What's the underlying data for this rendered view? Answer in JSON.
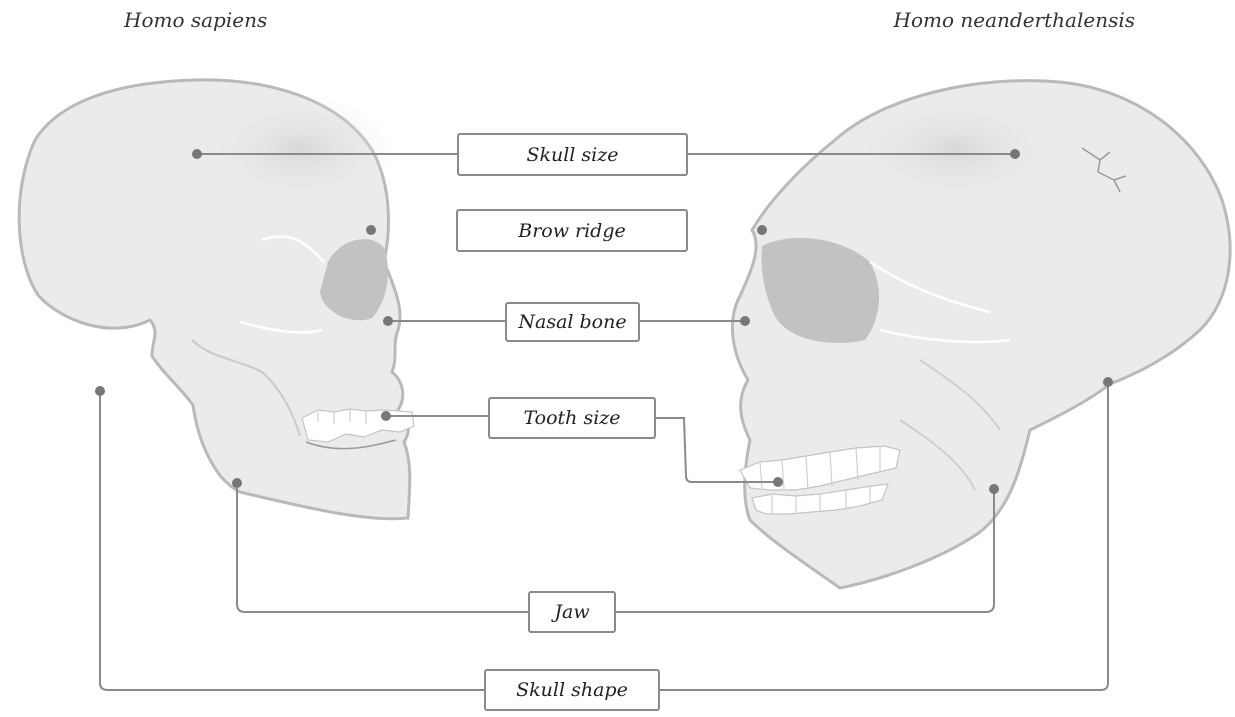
{
  "species": {
    "left": "Homo sapiens",
    "right": "Homo neanderthalensis"
  },
  "labels": {
    "skull_size": "Skull size",
    "brow_ridge": "Brow ridge",
    "nasal_bone": "Nasal bone",
    "tooth_size": "Tooth size",
    "jaw": "Jaw",
    "skull_shape": "Skull shape"
  },
  "colors": {
    "skull_fill": "#ebebeb",
    "skull_outline": "#b9b9b9",
    "connector": "#8a8a8a",
    "dot": "#777777"
  }
}
